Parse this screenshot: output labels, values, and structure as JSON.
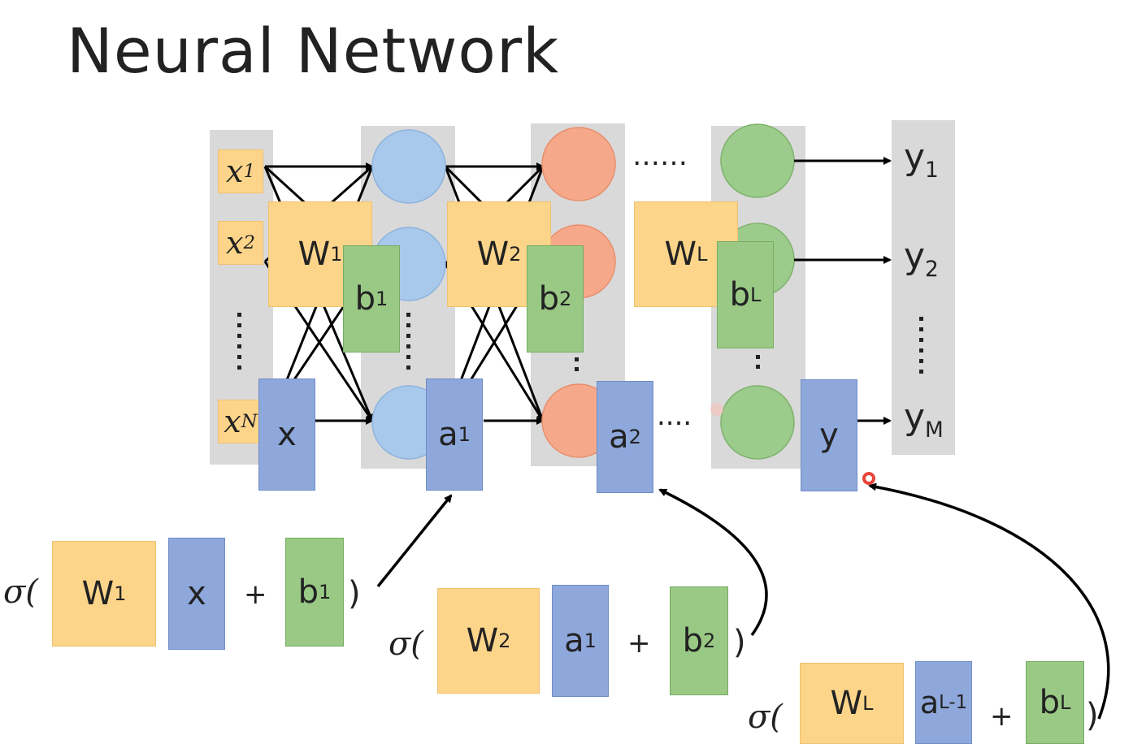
{
  "title": "Neural Network",
  "inputs": {
    "x1": "x",
    "x1_sub": "1",
    "x2": "x",
    "x2_sub": "2",
    "xN": "x",
    "xN_sub": "N",
    "dots": "……"
  },
  "layers": {
    "mid_dots": "……",
    "bottom_dots": "....",
    "colors": {
      "layer1": "#a9c9ec",
      "layer2": "#f6a98a",
      "layerL": "#9ccc8c",
      "band": "#d9d9d9"
    }
  },
  "outputs": {
    "y1": "y",
    "y1_sub": "1",
    "y2": "y",
    "y2_sub": "2",
    "yM": "y",
    "yM_sub": "M",
    "dots": "……"
  },
  "matrices": {
    "W1": "W",
    "W1_sup": "1",
    "b1": "b",
    "b1_sup": "1",
    "W2": "W",
    "W2_sup": "2",
    "b2": "b",
    "b2_sup": "2",
    "WL": "W",
    "WL_sup": "L",
    "bL": "b",
    "bL_sup": "L",
    "x": "x",
    "a1": "a",
    "a1_sup": "1",
    "a2": "a",
    "a2_sup": "2",
    "y": "y"
  },
  "equations": {
    "sigma": "σ(",
    "plus": "+",
    "close": ")",
    "eq1": {
      "W": "W",
      "W_sup": "1",
      "v": "x",
      "v_sup": "",
      "b": "b",
      "b_sup": "1"
    },
    "eq2": {
      "W": "W",
      "W_sup": "2",
      "v": "a",
      "v_sup": "1",
      "b": "b",
      "b_sup": "2"
    },
    "eq3": {
      "W": "W",
      "W_sup": "L",
      "v": "a",
      "v_sup": "L-1",
      "b": "b",
      "b_sup": "L"
    }
  }
}
